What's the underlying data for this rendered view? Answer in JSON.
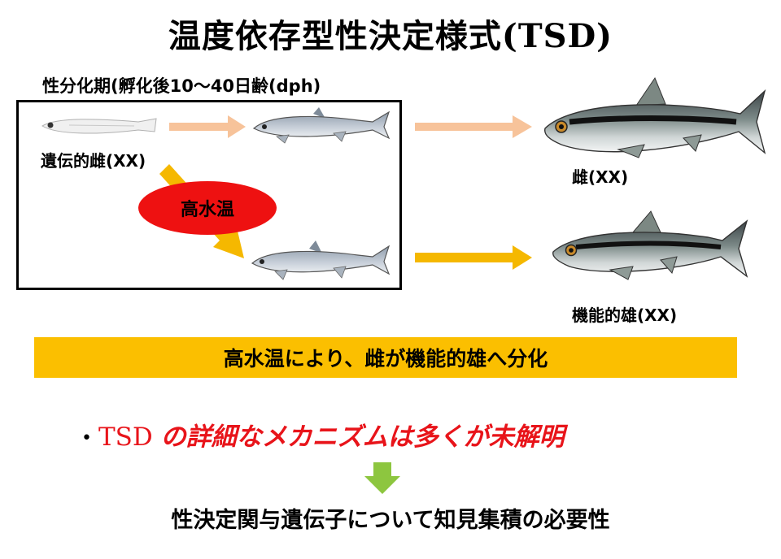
{
  "title": "温度依存型性決定様式(TSD)",
  "period_label": "性分化期(孵化後10～40日齢(dph)",
  "genetic_female_label": "遺伝的雌(XX)",
  "high_temp_label": "高水温",
  "female_label": "雌(XX)",
  "functional_male_label": "機能的雄(XX)",
  "banner_text": "高水温により、雌が機能的雄へ分化",
  "bullet": {
    "marker": "•",
    "part1": "TSD ",
    "part2": "の詳細なメカニズムは多くが未解明"
  },
  "conclusion": "性決定関与遺伝子について知見集積の必要性",
  "colors": {
    "light_arrow": "#f7c39a",
    "gold_arrow": "#f5b800",
    "oval_red": "#ee1111",
    "banner_gold": "#fbbf00",
    "red_text": "#e8141a",
    "green_arrow": "#8dc63f"
  }
}
